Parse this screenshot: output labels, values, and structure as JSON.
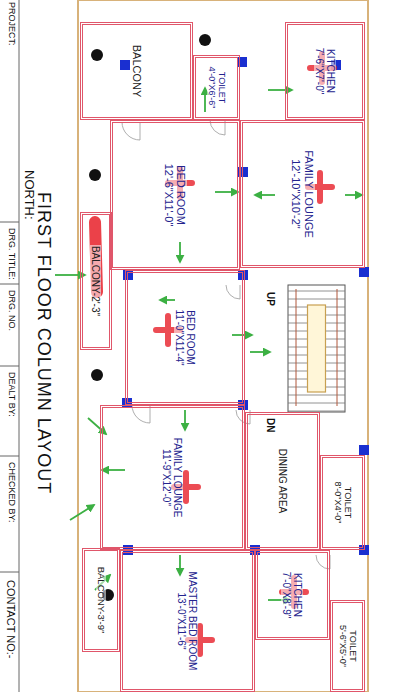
{
  "diagram": {
    "title": "FIRST FLOOR COLUMN LAYOUT",
    "nodes": [
      {
        "text": [
          "KITCHEN",
          "7'-6\"X7'-0\""
        ]
      },
      {
        "text": [
          "TOILET",
          "4'-0\"X6'-6\""
        ]
      },
      {
        "text": [
          "BALCONY"
        ]
      },
      {
        "text": [
          "FAMILY LOUNGE",
          "12'-10\"X10'-2\""
        ]
      },
      {
        "text": [
          "BED ROOM",
          "12'-6\"X11'-0\""
        ]
      },
      {
        "text": [
          "BALCONY-2'-3\""
        ]
      },
      {
        "text": [
          "BED ROOM",
          "11'-0\"X11'-4\""
        ]
      },
      {
        "text": [
          "DINING AREA"
        ]
      },
      {
        "text": [
          "TOILET",
          "8'-0\"X4'-0\""
        ]
      },
      {
        "text": [
          "FAMILY LOUNGE",
          "11'-9\"X12'-0\""
        ]
      },
      {
        "text": [
          "MASTER BED ROOM",
          "13'-0\"X11'-6\""
        ]
      },
      {
        "text": [
          "BALCONY-3'-9\""
        ]
      },
      {
        "text": [
          "KITCHEN",
          "7'-0\"X8'-9\""
        ]
      },
      {
        "text": [
          "TOILET",
          "5'-6\"X5'-0\""
        ]
      }
    ],
    "labels": [
      "PROJECT:",
      "NORTH:",
      "DRG. TITLE:",
      "DRG. NO.",
      "DEALT BY:",
      "CHECKED BY:",
      "CONTACT NO:-",
      "UP",
      "DN"
    ]
  }
}
